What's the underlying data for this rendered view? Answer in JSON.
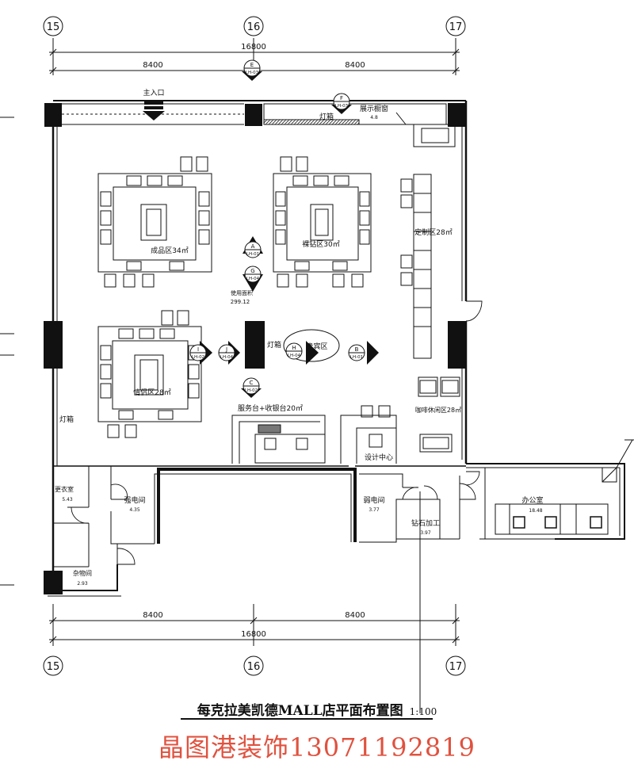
{
  "grid": {
    "axes": [
      "15",
      "16",
      "17"
    ],
    "total_dim": "16800",
    "bay_dims": [
      "8400",
      "8400"
    ]
  },
  "labels": {
    "main_entrance": "主入口",
    "light_box_top": "灯箱",
    "display_window": "展示橱窗",
    "display_window_area": "4.8",
    "finished_area": "成品区34㎡",
    "diamond_area": "裸钻区30㎡",
    "custom_area": "定制区28㎡",
    "usable_area_label": "使用面积",
    "usable_area_value": "299.12",
    "light_box_mid": "灯箱",
    "vip_area": "贵宾区",
    "wedding_area": "情侣区28㎡",
    "light_box_left": "灯箱",
    "service_desk": "服务台+收银台20㎡",
    "cafe_area": "咖啡休闲区28㎡",
    "design_center": "设计中心",
    "changing_room": "更衣室",
    "changing_room_area": "5.43",
    "strong_power_room": "强电间",
    "strong_power_area": "4.35",
    "weak_power_room": "弱电间",
    "weak_power_area": "3.77",
    "jewelry_processing": "钻石加工",
    "jewelry_processing_area": "3.97",
    "office": "办公室",
    "office_area": "18.48",
    "storage_room": "杂物间",
    "storage_area": "2.93"
  },
  "markers": [
    {
      "letter": "E",
      "ref": "LH-03"
    },
    {
      "letter": "F",
      "ref": "LH-03"
    },
    {
      "letter": "A",
      "ref": "LH-01"
    },
    {
      "letter": "G",
      "ref": "LH-04"
    },
    {
      "letter": "I",
      "ref": "LH-02"
    },
    {
      "letter": "J",
      "ref": "LH-04"
    },
    {
      "letter": "H",
      "ref": "LH-04"
    },
    {
      "letter": "B",
      "ref": "LH-01"
    },
    {
      "letter": "C",
      "ref": "LH-02"
    }
  ],
  "title": {
    "text": "每克拉美凯德MALL店平面布置图",
    "scale": "1:100"
  },
  "watermark": "晶图港装饰13071192819"
}
